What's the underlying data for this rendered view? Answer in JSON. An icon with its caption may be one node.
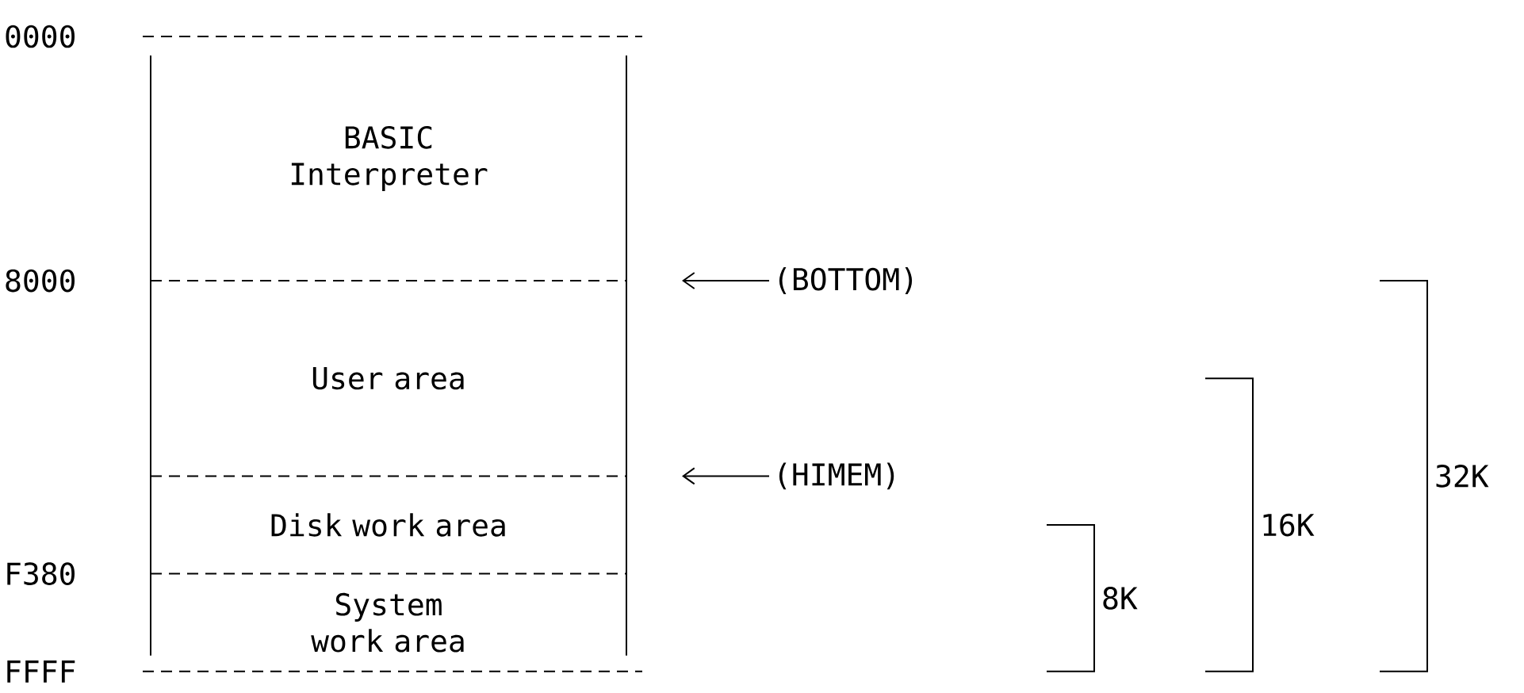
{
  "diagram": {
    "nodes": [
      {
        "text": [
          "BASIC Interpreter"
        ]
      },
      {
        "text": [
          "User area"
        ]
      },
      {
        "text": [
          "Disk work area"
        ]
      },
      {
        "text": [
          "System work area"
        ]
      },
      {
        "text": [
          "(BOTTOM)"
        ]
      },
      {
        "text": [
          "(HIMEM)"
        ]
      }
    ],
    "edges": [
      {
        "from": 4,
        "to": null,
        "arrow": "to"
      },
      {
        "from": 5,
        "to": null,
        "arrow": "to"
      }
    ],
    "labels": [
      "0000",
      "8000",
      "F380",
      "FFFF",
      "8K",
      "16K",
      "32K"
    ]
  }
}
